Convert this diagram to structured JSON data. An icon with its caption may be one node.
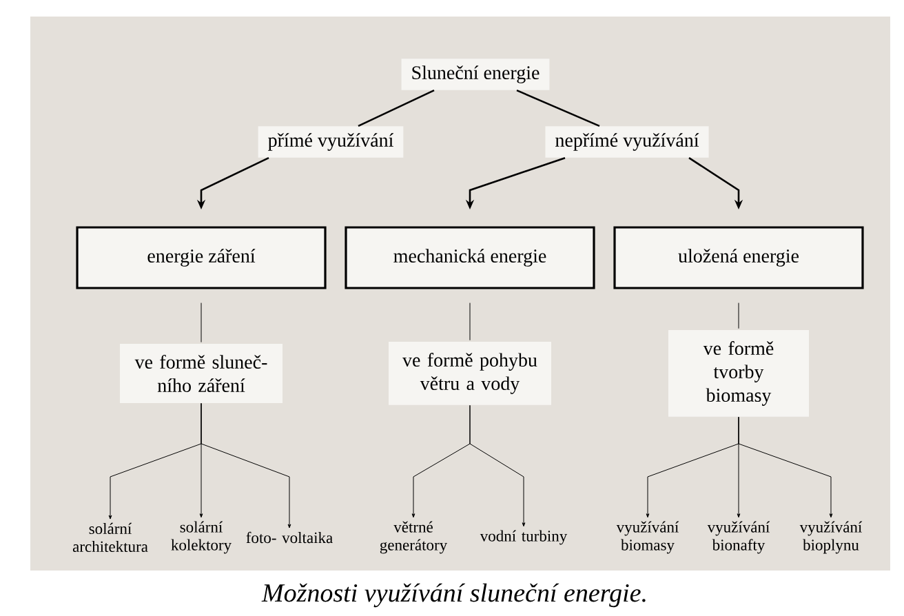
{
  "diagram": {
    "caption": "Možnosti využívání sluneční energie.",
    "nodes": [
      {
        "text": [
          "Sluneční energie"
        ]
      },
      {
        "text": [
          "přímé využívání"
        ]
      },
      {
        "text": [
          "nepřímé využívání"
        ]
      },
      {
        "text": [
          "energie záření"
        ]
      },
      {
        "text": [
          "mechanická energie"
        ]
      },
      {
        "text": [
          "uložená energie"
        ]
      },
      {
        "text": [
          "ve formě sluneč- ního záření"
        ]
      },
      {
        "text": [
          "ve formě pohybu větru a vody"
        ]
      },
      {
        "text": [
          "ve formě tvorby biomasy"
        ]
      },
      {
        "text": [
          "solární architektura"
        ]
      },
      {
        "text": [
          "solární kolektory"
        ]
      },
      {
        "text": [
          "foto- voltaika"
        ]
      },
      {
        "text": [
          "větrné generátory"
        ]
      },
      {
        "text": [
          "vodní turbiny"
        ]
      },
      {
        "text": [
          "využívání biomasy"
        ]
      },
      {
        "text": [
          "využívání bionafty"
        ]
      },
      {
        "text": [
          "využívání bioplynu"
        ]
      }
    ],
    "edges": [
      {
        "from": 0,
        "to": 1,
        "arrow": "none"
      },
      {
        "from": 0,
        "to": 2,
        "arrow": "none"
      },
      {
        "from": 1,
        "to": 3,
        "arrow": "to"
      },
      {
        "from": 2,
        "to": 4,
        "arrow": "to"
      },
      {
        "from": 2,
        "to": 5,
        "arrow": "to"
      },
      {
        "from": 3,
        "to": 6,
        "arrow": "none"
      },
      {
        "from": 4,
        "to": 7,
        "arrow": "none"
      },
      {
        "from": 5,
        "to": 8,
        "arrow": "none"
      },
      {
        "from": 6,
        "to": 9,
        "arrow": "to"
      },
      {
        "from": 6,
        "to": 10,
        "arrow": "to"
      },
      {
        "from": 6,
        "to": 11,
        "arrow": "to"
      },
      {
        "from": 7,
        "to": 12,
        "arrow": "to"
      },
      {
        "from": 7,
        "to": 13,
        "arrow": "to"
      },
      {
        "from": 8,
        "to": 14,
        "arrow": "to"
      },
      {
        "from": 8,
        "to": 15,
        "arrow": "to"
      },
      {
        "from": 8,
        "to": 16,
        "arrow": "to"
      }
    ]
  }
}
